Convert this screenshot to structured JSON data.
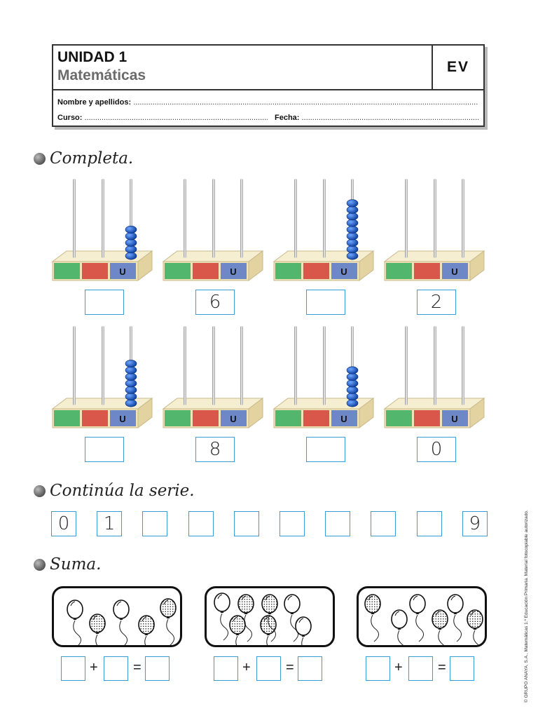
{
  "header": {
    "unit": "UNIDAD 1",
    "subject": "Matemáticas",
    "code": "EV",
    "name_label": "Nombre y apellidos:",
    "course_label": "Curso:",
    "date_label": "Fecha:"
  },
  "sections": {
    "completa": "Completa.",
    "serie": "Continúa la serie.",
    "suma": "Suma."
  },
  "abacus": {
    "unit_label": "U",
    "colors": {
      "green": "#52b66c",
      "red": "#d9574a",
      "blue": "#6d87c7",
      "wood": "#efe3b9"
    },
    "items": [
      {
        "beads": 5,
        "answer": ""
      },
      {
        "beads": 0,
        "answer": "6"
      },
      {
        "beads": 9,
        "answer": ""
      },
      {
        "beads": 0,
        "answer": "2"
      },
      {
        "beads": 7,
        "answer": ""
      },
      {
        "beads": 0,
        "answer": "8"
      },
      {
        "beads": 6,
        "answer": ""
      },
      {
        "beads": 0,
        "answer": "0"
      }
    ]
  },
  "series": [
    "0",
    "1",
    "",
    "",
    "",
    "",
    "",
    "",
    "",
    "9"
  ],
  "sums": [
    {
      "plus": "+",
      "equals": "=",
      "a": "",
      "b": "",
      "result": ""
    },
    {
      "plus": "+",
      "equals": "=",
      "a": "",
      "b": "",
      "result": ""
    },
    {
      "plus": "+",
      "equals": "=",
      "a": "",
      "b": "",
      "result": ""
    }
  ],
  "footer": {
    "copyright": "© GRUPO ANAYA, S.A., Matemáticas 1.º Educación Primaria. Material fotocopiable autorizado."
  }
}
